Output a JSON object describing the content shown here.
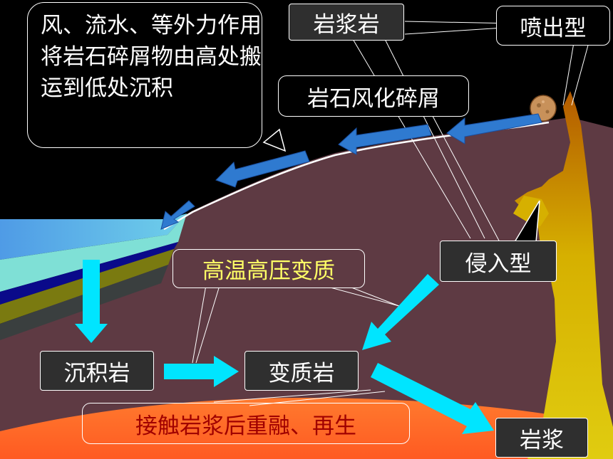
{
  "labels": {
    "erosion_note": "风、流水、等外力作用将岩石碎屑物由高处搬运到低处沉积",
    "magmatic_rock": "岩浆岩",
    "extrusive": "喷出型",
    "weathered_debris": "岩石风化碎屑",
    "intrusive": "侵入型",
    "high_temp_pressure": "高温高压变质",
    "sedimentary_rock": "沉积岩",
    "metamorphic_rock": "变质岩",
    "remelting": "接触岩浆后重融、再生",
    "magma": "岩浆"
  },
  "colors": {
    "sky": "#000000",
    "ground": "#5e3a43",
    "magma": "#ff6a2a",
    "sea": "#4f9be6",
    "lava": "#d9c100",
    "sediment_arrow": "#2f7ad0",
    "cycle_arrow": "#00e5ff",
    "highlight_text": "#ffff66",
    "remelt_text": "#a00000"
  }
}
